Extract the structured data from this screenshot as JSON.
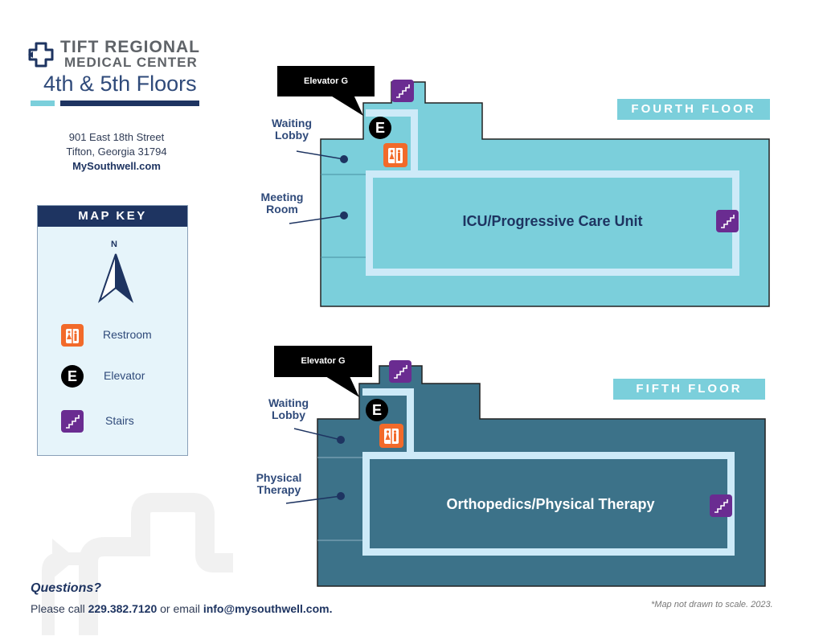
{
  "header": {
    "org_name_line1": "TIFT REGIONAL",
    "org_name_line2": "MEDICAL CENTER",
    "title": "4th & 5th Floors",
    "logo_icon": "cross-arrow-logo-icon"
  },
  "address": {
    "street": "901 East 18th Street",
    "city_state_zip": "Tifton, Georgia 31794",
    "website": "MySouthwell.com"
  },
  "map_key": {
    "title": "MAP KEY",
    "compass_label": "N",
    "items": [
      {
        "icon": "restroom-icon",
        "label": "Restroom",
        "color": "#f26a2a"
      },
      {
        "icon": "elevator-icon",
        "glyph": "E",
        "label": "Elevator",
        "color": "#000000"
      },
      {
        "icon": "stairs-icon",
        "label": "Stairs",
        "color": "#6a2c91"
      }
    ]
  },
  "floors": [
    {
      "tag": "FOURTH FLOOR",
      "fill_color": "#7bcfdb",
      "corridor_color": "#cdeaf8",
      "callout": "Elevator G",
      "elevator_glyph": "E",
      "main_unit": "ICU/Progressive Care Unit",
      "main_unit_color": "#1e3461",
      "rooms": [
        "Waiting Lobby",
        "Meeting Room"
      ]
    },
    {
      "tag": "FIFTH FLOOR",
      "fill_color": "#3c7289",
      "corridor_color": "#cdeaf8",
      "callout": "Elevator G",
      "elevator_glyph": "E",
      "main_unit": "Orthopedics/Physical Therapy",
      "main_unit_color": "#ffffff",
      "rooms": [
        "Waiting Lobby",
        "Physical Therapy"
      ]
    }
  ],
  "footer": {
    "questions": "Questions?",
    "contact_prefix": "Please call ",
    "phone": "229.382.7120",
    "contact_mid": " or email ",
    "email": "info@mysouthwell.com.",
    "disclaimer": "*Map not drawn to scale. 2023."
  },
  "colors": {
    "navy": "#1e3461",
    "light_teal": "#7bcfdb",
    "dark_teal": "#3c7289",
    "stairs": "#6a2c91",
    "restroom": "#f26a2a"
  }
}
